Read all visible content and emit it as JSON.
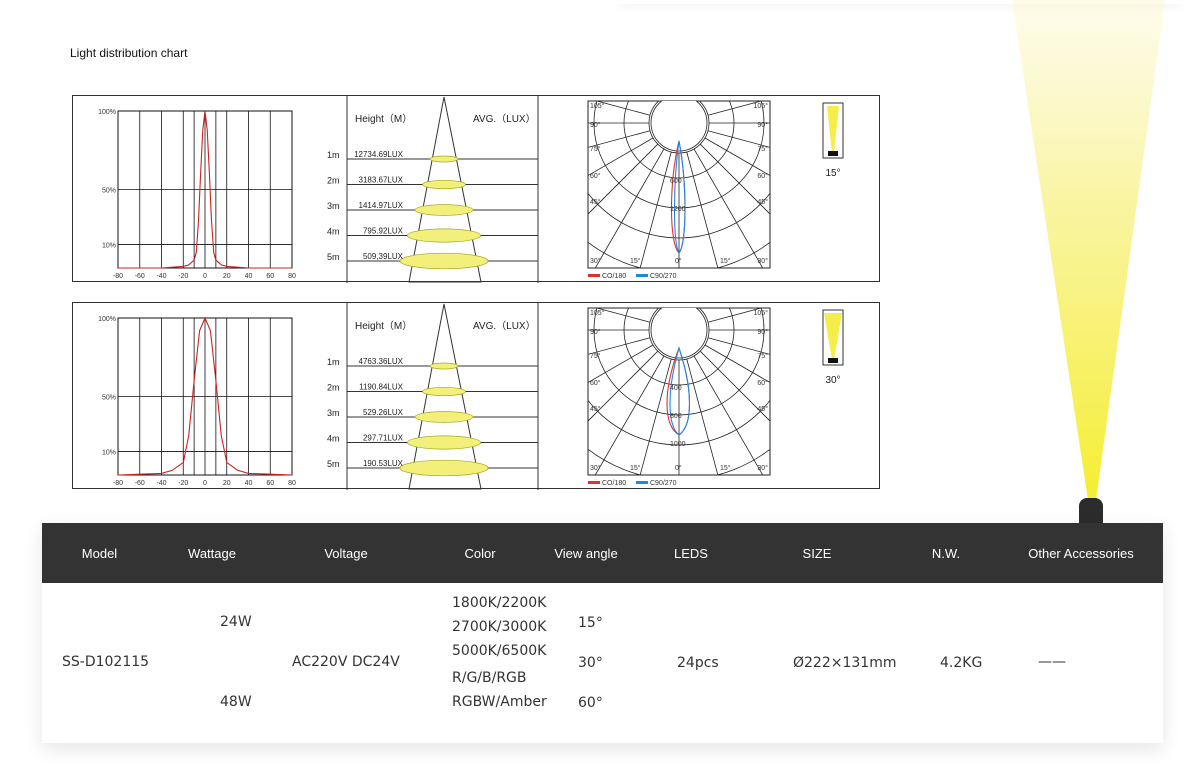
{
  "page": {
    "section_title": "Light distribution chart"
  },
  "chart_data": [
    {
      "type": "line",
      "title": "",
      "x": [
        -80,
        -60,
        -40,
        -30,
        -20,
        -15,
        -10,
        -8,
        -6,
        -4,
        -2,
        0,
        2,
        4,
        6,
        8,
        10,
        15,
        20,
        30,
        40,
        60,
        80
      ],
      "series": [
        {
          "values": [
            0,
            0,
            0,
            0.5,
            1,
            2,
            5,
            10,
            30,
            60,
            88,
            100,
            88,
            60,
            30,
            10,
            5,
            2,
            1,
            0.5,
            0,
            0,
            0
          ]
        }
      ],
      "xticks": [
        "-80",
        "-60",
        "-40",
        "-20",
        "0",
        "20",
        "40",
        "60",
        "80"
      ],
      "yticks": [
        "100%",
        "50%",
        "10%"
      ],
      "xlim": [
        -80,
        80
      ],
      "ylim": [
        0,
        100
      ],
      "grid": true,
      "color": "#cc2222"
    },
    {
      "type": "table",
      "headers": [
        "Height（M）",
        "AVG.（LUX）"
      ],
      "rows": [
        {
          "height": "1m",
          "lux": "12734.69LUX"
        },
        {
          "height": "2m",
          "lux": "3183.67LUX"
        },
        {
          "height": "3m",
          "lux": "1414.97LUX"
        },
        {
          "height": "4m",
          "lux": "795.92LUX"
        },
        {
          "height": "5m",
          "lux": "509,39LUX"
        }
      ]
    },
    {
      "type": "line",
      "polar": true,
      "angle_labels": [
        "105°",
        "90°",
        "75°",
        "60°",
        "45°",
        "30°",
        "15°",
        "0°",
        "15°",
        "30°",
        "45°",
        "60°",
        "75°",
        "90°",
        "105°"
      ],
      "radial_labels": [
        "600",
        "1200"
      ],
      "series": [
        {
          "name": "CO/180",
          "color": "#e03030"
        },
        {
          "name": "C90/270",
          "color": "#1e88e5"
        }
      ],
      "beam_angle_label": "15°"
    },
    {
      "type": "line",
      "title": "",
      "x": [
        -80,
        -60,
        -40,
        -30,
        -20,
        -15,
        -10,
        -5,
        0,
        5,
        10,
        15,
        20,
        30,
        40,
        60,
        80
      ],
      "series": [
        {
          "values": [
            0,
            0.5,
            1,
            3,
            8,
            25,
            60,
            92,
            100,
            92,
            60,
            25,
            8,
            3,
            1,
            0.5,
            0
          ]
        }
      ],
      "xticks": [
        "-80",
        "-60",
        "-40",
        "-20",
        "0",
        "20",
        "40",
        "60",
        "80"
      ],
      "yticks": [
        "100%",
        "50%",
        "10%"
      ],
      "xlim": [
        -80,
        80
      ],
      "ylim": [
        0,
        100
      ],
      "grid": true,
      "color": "#cc2222"
    },
    {
      "type": "table",
      "headers": [
        "Height（M）",
        "AVG.（LUX）"
      ],
      "rows": [
        {
          "height": "1m",
          "lux": "4763.36LUX"
        },
        {
          "height": "2m",
          "lux": "1190.84LUX"
        },
        {
          "height": "3m",
          "lux": "529.26LUX"
        },
        {
          "height": "4m",
          "lux": "297.71LUX"
        },
        {
          "height": "5m",
          "lux": "190.53LUX"
        }
      ]
    },
    {
      "type": "line",
      "polar": true,
      "angle_labels": [
        "105°",
        "90°",
        "75°",
        "60°",
        "45°",
        "30°",
        "15°",
        "0°",
        "15°",
        "30°",
        "45°",
        "60°",
        "75°",
        "90°",
        "105°"
      ],
      "radial_labels": [
        "400",
        "800",
        "1000"
      ],
      "series": [
        {
          "name": "CO/180",
          "color": "#e03030"
        },
        {
          "name": "C90/270",
          "color": "#1e88e5"
        }
      ],
      "beam_angle_label": "30°"
    }
  ],
  "spec": {
    "headers": [
      "Model",
      "Wattage",
      "Voltage",
      "Color",
      "View angle",
      "LEDS",
      "SIZE",
      "N.W.",
      "Other Accessories"
    ],
    "model": "SS-D102115",
    "wattage": [
      "24W",
      "48W"
    ],
    "voltage": "AC220V  DC24V",
    "colors": [
      "1800K/2200K",
      "2700K/3000K",
      "5000K/6500K",
      "R/G/B/RGB",
      "RGBW/Amber"
    ],
    "view_angles": [
      "15°",
      "30°",
      "60°"
    ],
    "leds": "24pcs",
    "size": "Ø222×131mm",
    "nw": "4.2KG",
    "other": "——"
  },
  "colors": {
    "header_bg": "#333333",
    "curve_red": "#cc2222",
    "series_blue": "#1e88e5",
    "beam_yellow": "#f5ee4a",
    "ellipse_fill": "#f2f07a"
  }
}
